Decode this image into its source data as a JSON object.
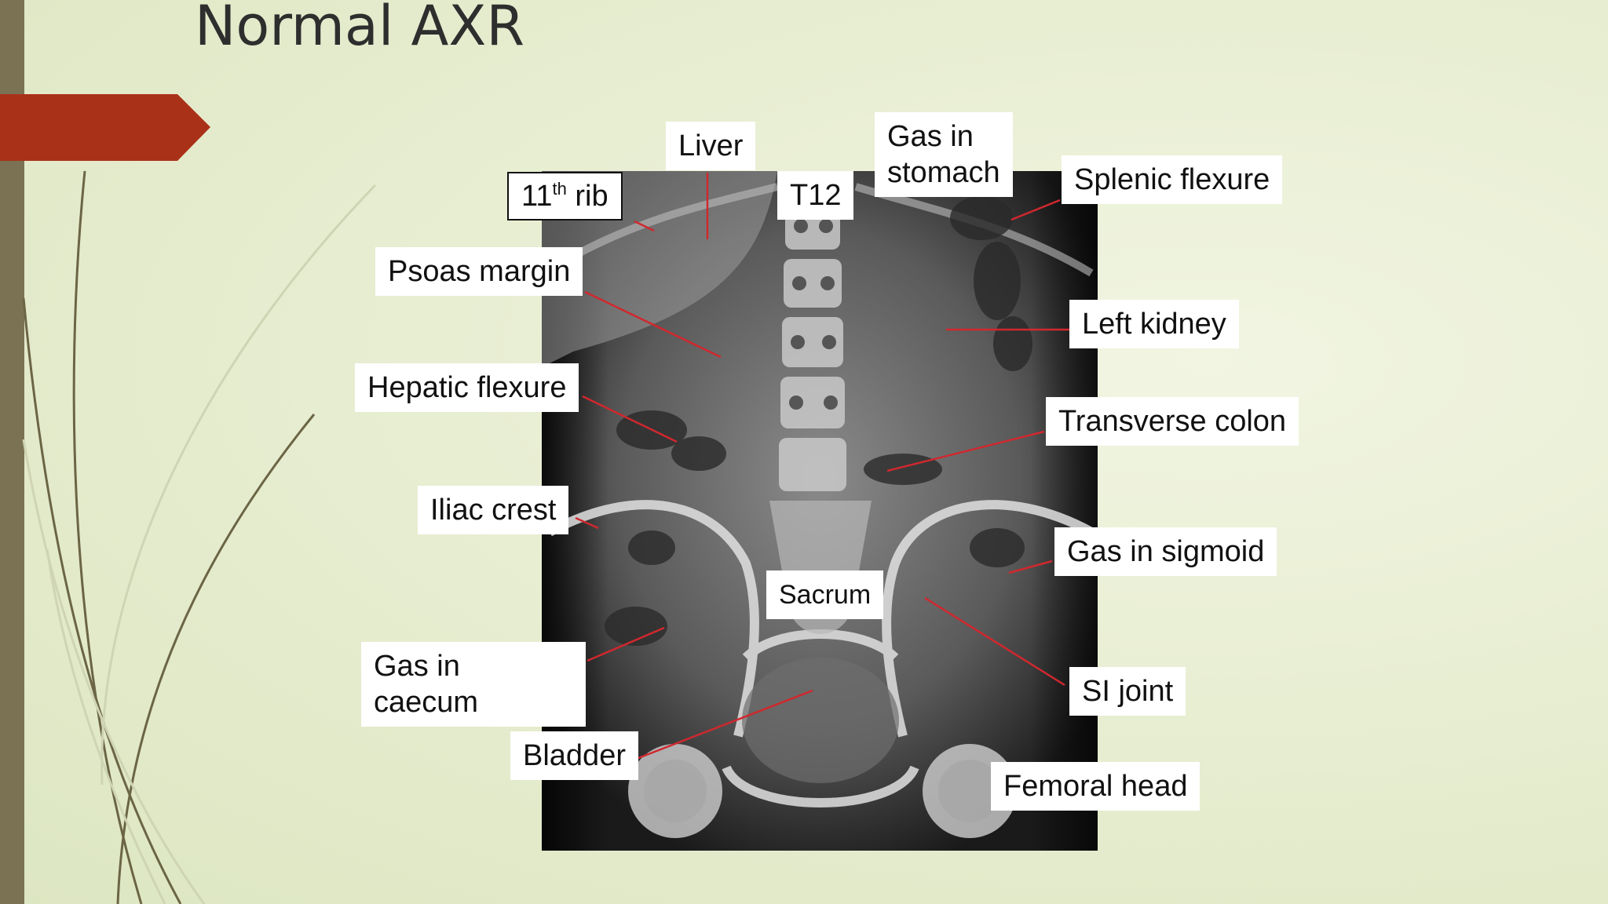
{
  "slide": {
    "title": "Normal AXR",
    "colors": {
      "background": "#e8eed2",
      "left_bar": "#7a7253",
      "accent_arrow": "#a93118",
      "swirl": "#6b6545",
      "leader_line": "#d0282e"
    },
    "image": {
      "description_icon": "abdominal-xray-image"
    },
    "labels": {
      "liver": "Liver",
      "rib_number": "11",
      "rib_suffix": "th",
      "rib_word": "rib",
      "t12": "T12",
      "gas_stomach_line1": "Gas in",
      "gas_stomach_line2": "stomach",
      "splenic_flexure": "Splenic flexure",
      "psoas_margin": "Psoas margin",
      "left_kidney": "Left kidney",
      "hepatic_flexure": "Hepatic flexure",
      "transverse_colon": "Transverse colon",
      "iliac_crest": "Iliac crest",
      "gas_sigmoid": "Gas in sigmoid",
      "sacrum": "Sacrum",
      "gas_caecum_line1": "Gas in",
      "gas_caecum_line2": "caecum",
      "si_joint": "SI joint",
      "bladder": "Bladder",
      "femoral_head": "Femoral head"
    }
  }
}
